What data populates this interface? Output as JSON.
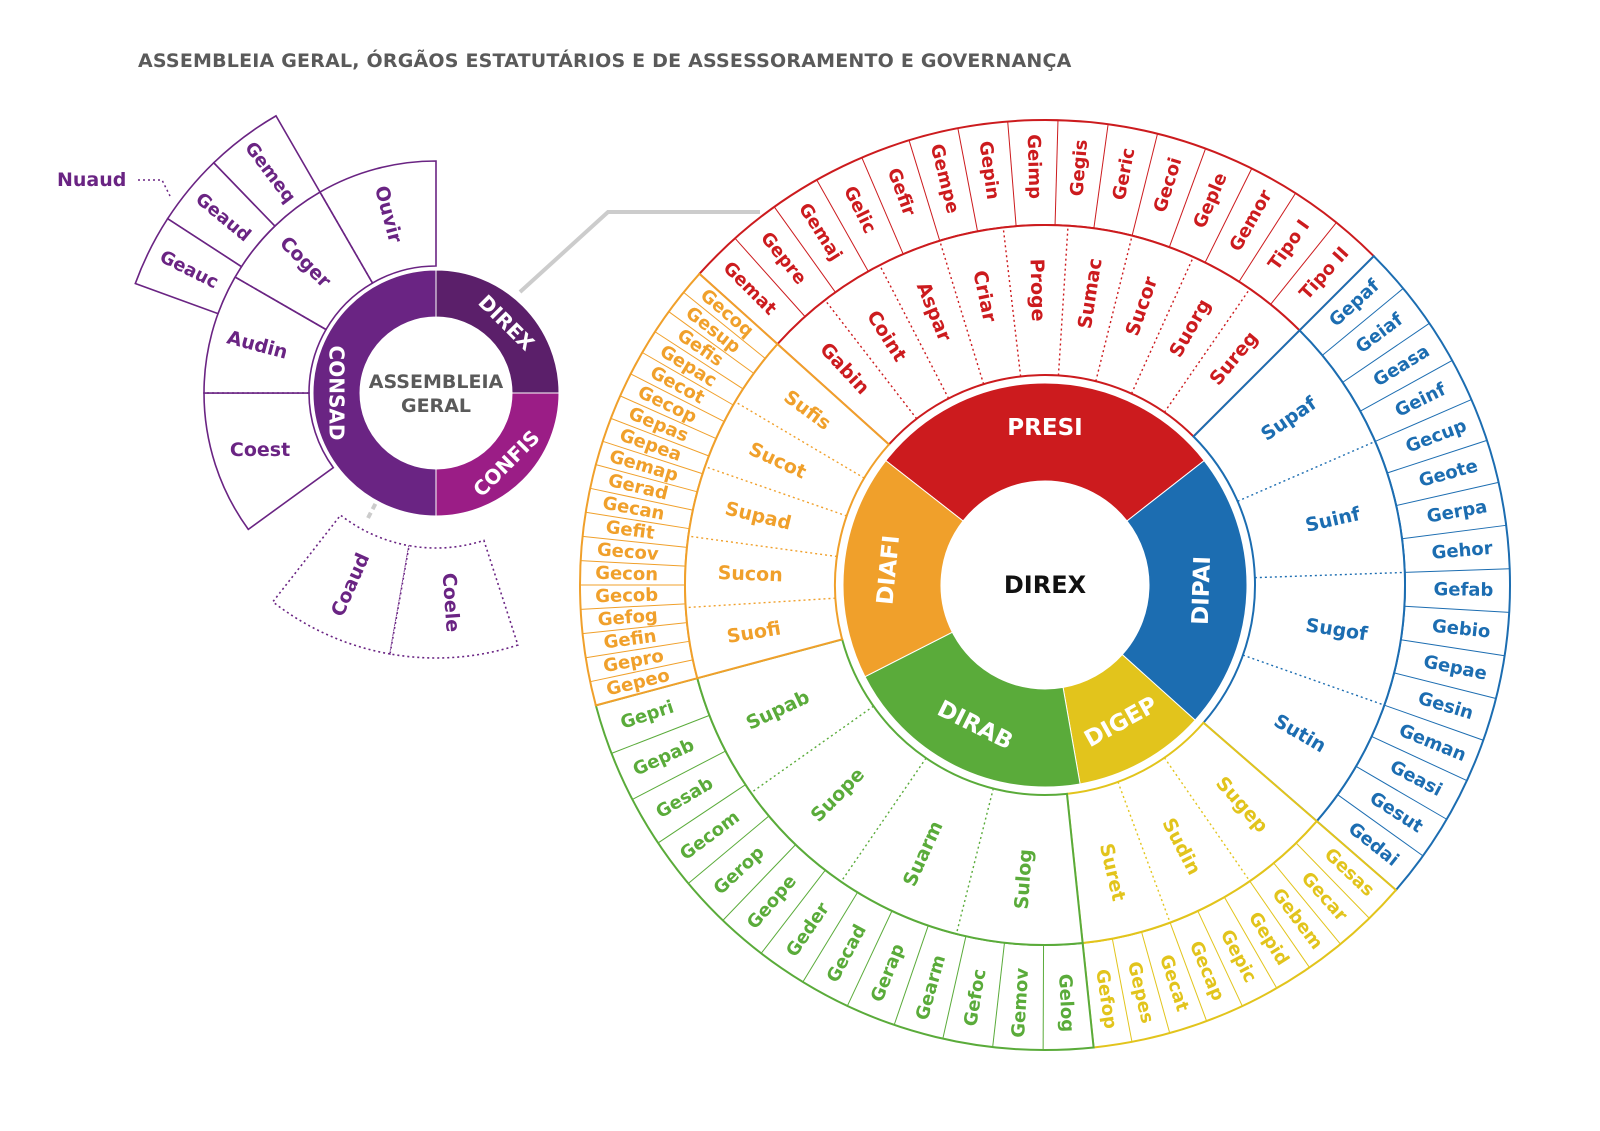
{
  "title": "ASSEMBLEIA GERAL, ÓRGÃOS ESTATUTÁRIOS E DE ASSESSORAMENTO E GOVERNANÇA",
  "colors": {
    "purple": "#6a2483",
    "purple_dark": "#5b1f6a",
    "magenta": "#9b1d86",
    "red": "#cc1b1e",
    "blue": "#1c6db1",
    "yellow": "#e2c41c",
    "green": "#5aab3a",
    "orange": "#f0a02b",
    "gray": "#5a5a5a",
    "line_gray": "#cccccc"
  },
  "assembly": {
    "center": "ASSEMBLEIA|GERAL",
    "ring": [
      {
        "label": "DIREX",
        "color": "#5b1f6a"
      },
      {
        "label": "CONFIS",
        "color": "#9b1d86"
      },
      {
        "label": "CONSAD",
        "color": "#6a2483"
      }
    ],
    "consad_units": [
      "Coest",
      "Audin",
      "Coger",
      "Ouvir"
    ],
    "audin_units": [
      "Gemeq",
      "Geaud",
      "Geauc"
    ],
    "audit_note": "Nuaud",
    "confis_units": [
      "Coaud",
      "Coele"
    ]
  },
  "direx": {
    "center": "DIREX",
    "directorates": [
      {
        "code": "PRESI",
        "color": "#cc1b1e",
        "sup": [
          "Gabin",
          "Coint",
          "Aspar",
          "Criar",
          "Proge",
          "Sumac",
          "Sucor",
          "Suorg",
          "Sureg"
        ],
        "ger": [
          "Gemat",
          "Gepre",
          "Gemaj",
          "Gelic",
          "Gefir",
          "Gempe",
          "Gepin",
          "Geimp",
          "Gegis",
          "Geric",
          "Gecoi",
          "Geple",
          "Gemor",
          "Tipo I",
          "Tipo II"
        ]
      },
      {
        "code": "DIPAI",
        "color": "#1c6db1",
        "sup": [
          "Supaf",
          "Suinf",
          "Sugof",
          "Sutin"
        ],
        "ger": [
          "Gepaf",
          "Geiaf",
          "Geasa",
          "Geinf",
          "Gecup",
          "Geote",
          "Gerpa",
          "Gehor",
          "Gefab",
          "Gebio",
          "Gepae",
          "Gesin",
          "Geman",
          "Geasi",
          "Gesut",
          "Gedai"
        ]
      },
      {
        "code": "DIGEP",
        "color": "#e2c41c",
        "sup": [
          "Sugep",
          "Sudin",
          "Suret"
        ],
        "ger": [
          "Gesas",
          "Gecar",
          "Gebem",
          "Gepid",
          "Gepic",
          "Gecap",
          "Gecat",
          "Gepes",
          "Gefop"
        ]
      },
      {
        "code": "DIRAB",
        "color": "#5aab3a",
        "sup": [
          "Sulog",
          "Suarm",
          "Suope",
          "Supab"
        ],
        "ger": [
          "Gelog",
          "Gemov",
          "Gefoc",
          "Gearm",
          "Gerap",
          "Gecad",
          "Geder",
          "Geope",
          "Gerop",
          "Gecom",
          "Gesab",
          "Gepab",
          "Gepri"
        ]
      },
      {
        "code": "DIAFI",
        "color": "#f0a02b",
        "sup": [
          "Suofi",
          "Sucon",
          "Supad",
          "Sucot",
          "Sufis"
        ],
        "ger": [
          "Gepeo",
          "Gepro",
          "Gefin",
          "Gefog",
          "Gecob",
          "Gecon",
          "Gecov",
          "Gefit",
          "Gecan",
          "Gerad",
          "Gemap",
          "Gepea",
          "Gepas",
          "Gecop",
          "Gecot",
          "Gepac",
          "Gefis",
          "Gesup",
          "Gecoq"
        ]
      }
    ]
  }
}
